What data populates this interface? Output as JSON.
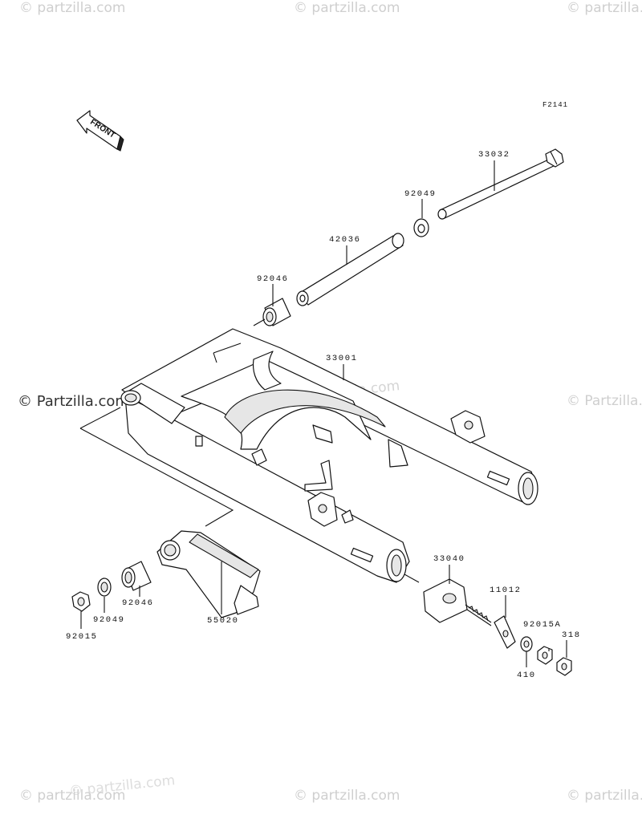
{
  "figure_code": "F2141",
  "front_arrow_text": "FRONT",
  "watermarks": {
    "text": "© Partzilla.com",
    "text_lower": "© partzilla.com"
  },
  "parts": [
    {
      "id": "33032"
    },
    {
      "id": "92049"
    },
    {
      "id": "42036"
    },
    {
      "id": "92046"
    },
    {
      "id": "33001"
    },
    {
      "id": "33040"
    },
    {
      "id": "11012"
    },
    {
      "id": "92015A"
    },
    {
      "id": "318"
    },
    {
      "id": "410"
    },
    {
      "id": "92046"
    },
    {
      "id": "92049"
    },
    {
      "id": "92015"
    },
    {
      "id": "55020"
    }
  ]
}
